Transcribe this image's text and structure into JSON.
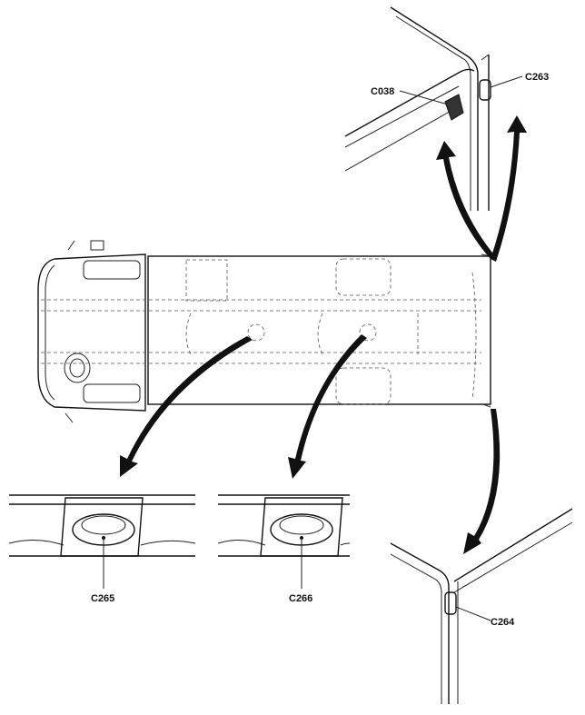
{
  "labels": {
    "c038": "C038",
    "c263": "C263",
    "c265": "C265",
    "c266": "C266",
    "c264": "C264"
  }
}
